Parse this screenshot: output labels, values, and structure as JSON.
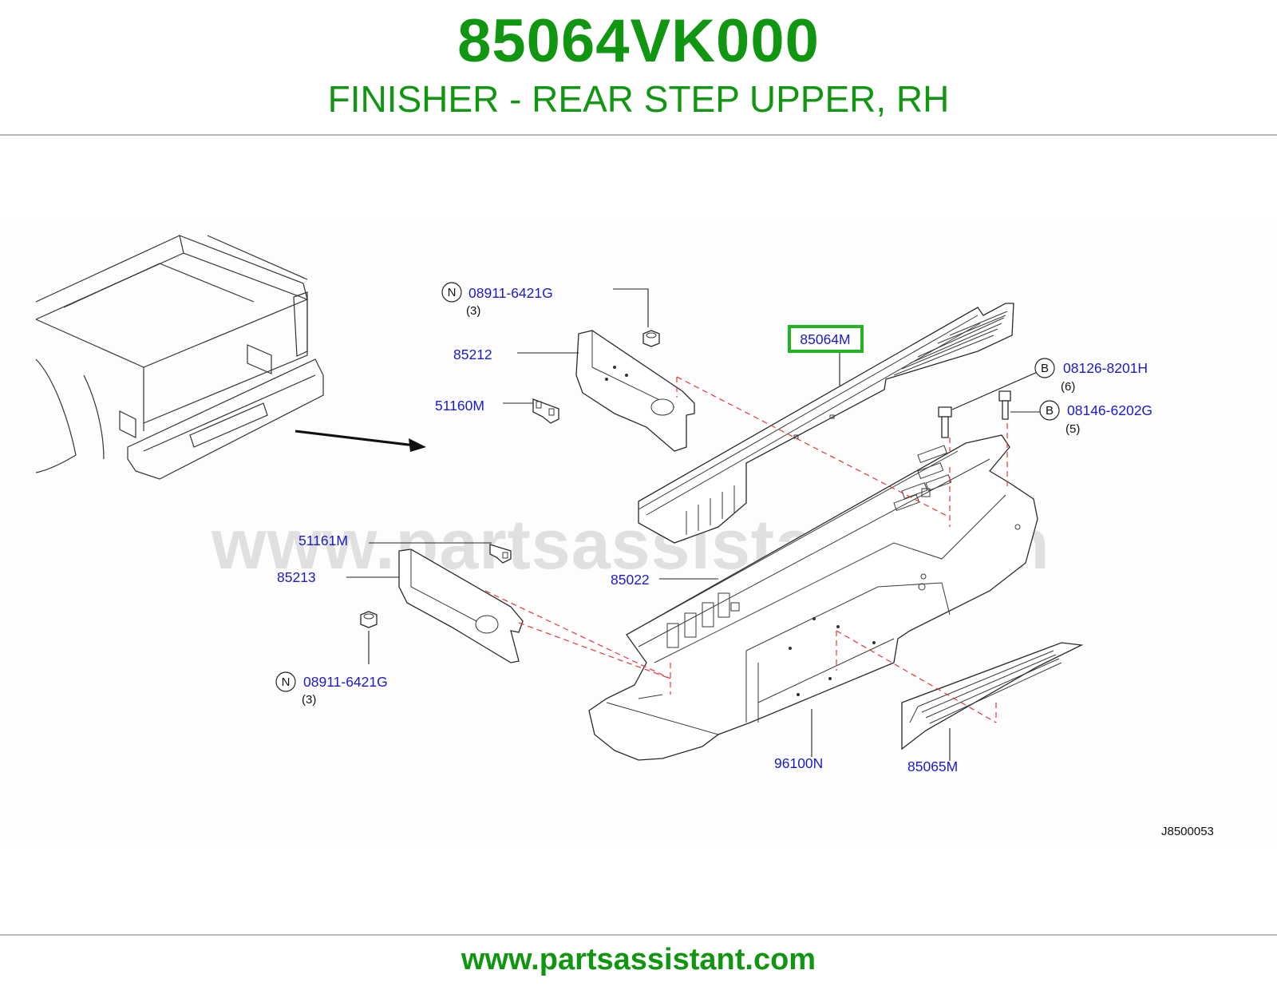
{
  "header": {
    "part_number": "85064VK000",
    "part_name": "FINISHER - REAR STEP UPPER, RH"
  },
  "watermark": "www.partsassistant.com",
  "callouts": {
    "bolt_n_top": {
      "prefix": "N",
      "code": "08911-6421G",
      "qty": "(3)"
    },
    "bracket_85212": {
      "code": "85212"
    },
    "clip_51160m": {
      "code": "51160M"
    },
    "finisher_85064m": {
      "code": "85064M",
      "highlighted": true,
      "highlight_color": "#22b422"
    },
    "bolt_b_6": {
      "prefix": "B",
      "code": "08126-8201H",
      "qty": "(6)"
    },
    "bolt_b_5": {
      "prefix": "B",
      "code": "08146-6202G",
      "qty": "(5)"
    },
    "clip_51161m": {
      "code": "51161M"
    },
    "bracket_85213": {
      "code": "85213"
    },
    "step_85022": {
      "code": "85022"
    },
    "bolt_n_bottom": {
      "prefix": "N",
      "code": "08911-6421G",
      "qty": "(3)"
    },
    "bumper_96100n": {
      "code": "96100N"
    },
    "finisher_85065m": {
      "code": "85065M"
    }
  },
  "diagram_code": "J8500053",
  "footer": {
    "url": "www.partsassistant.com"
  },
  "colors": {
    "brand_green": "#119611",
    "callout_blue": "#1a1acc",
    "dashed_red": "#e23a3a",
    "highlight_green": "#22b422"
  }
}
